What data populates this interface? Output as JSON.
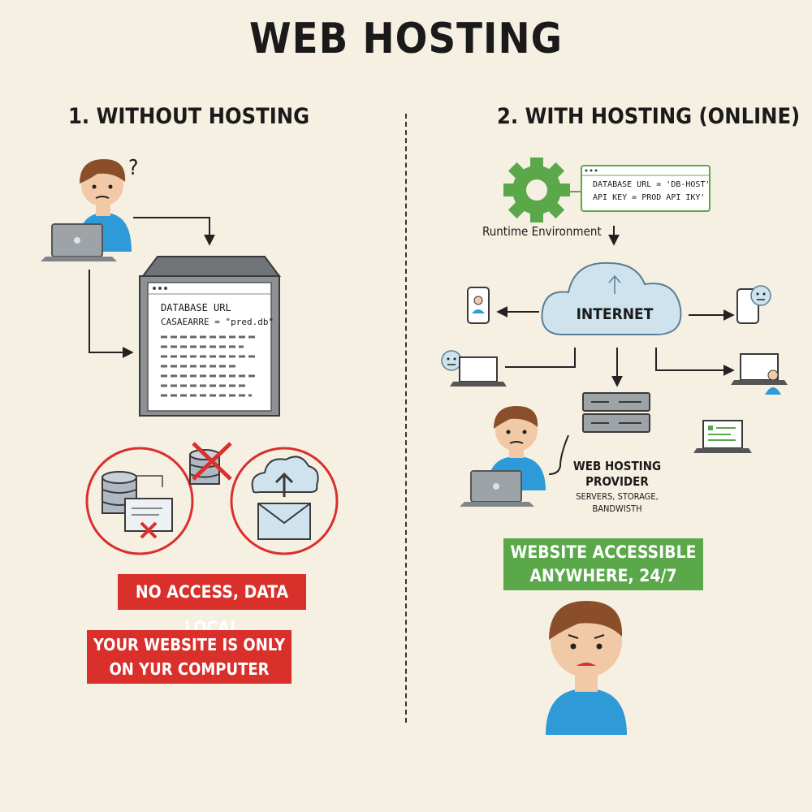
{
  "title": "WEB HOSTING",
  "left": {
    "heading": "1. WITHOUT HOSTING",
    "question_mark": "?",
    "code_line_1": "DATABASE URL",
    "code_line_2": "CASAEARRE = \"pred.db\"",
    "banner_local": "NO ACCESS, DATA LOCAL",
    "banner_only_line1": "YOUR WEBSITE IS ONLY",
    "banner_only_line2": "ON YUR COMPUTER"
  },
  "right": {
    "heading": "2. WITH HOSTING (ONLINE)",
    "env_line_1": "DATABASE URL = 'DB-HOST'",
    "env_line_2": "API KEY = PROD API IKY'",
    "runtime_label": "Runtime Environment",
    "internet_label": "INTERNET",
    "provider_line1": "WEB HOSTING",
    "provider_line2": "PROVIDER",
    "provider_sub1": "SERVERS, STORAGE,",
    "provider_sub2": "BANDWISTH",
    "banner_line1": "WEBSITE ACCESSIBLE",
    "banner_line2": "ANYWHERE, 24/7"
  },
  "colors": {
    "background": "#f6f0e3",
    "red": "#d9302c",
    "green": "#5aa84a",
    "blue": "#2f9ad8",
    "cloud": "#cfe3ef"
  }
}
